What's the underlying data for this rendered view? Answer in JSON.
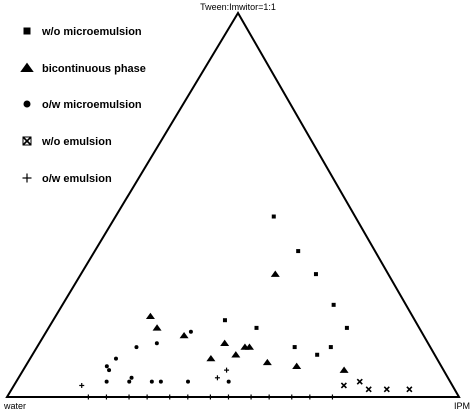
{
  "chart_data": {
    "type": "scatter",
    "subtype": "ternary",
    "vertex_labels": {
      "top": "Tween:Imwitor=1:1",
      "bottom_left": "water",
      "bottom_right": "IPM"
    },
    "legend_placement": "top-left",
    "grid": false,
    "colors": {
      "marker": "#000000",
      "axes": "#000000",
      "background": "#ffffff"
    },
    "series": [
      {
        "name": "w/o microemulsion",
        "marker": "square",
        "points": [
          {
            "water": 0.18,
            "ipm": 0.35,
            "tween_imwitor": 0.47
          },
          {
            "water": 0.17,
            "ipm": 0.45,
            "tween_imwitor": 0.38
          },
          {
            "water": 0.16,
            "ipm": 0.52,
            "tween_imwitor": 0.32
          },
          {
            "water": 0.16,
            "ipm": 0.6,
            "tween_imwitor": 0.24
          },
          {
            "water": 0.16,
            "ipm": 0.66,
            "tween_imwitor": 0.18
          },
          {
            "water": 0.22,
            "ipm": 0.65,
            "tween_imwitor": 0.13
          },
          {
            "water": 0.26,
            "ipm": 0.63,
            "tween_imwitor": 0.11
          },
          {
            "water": 0.3,
            "ipm": 0.57,
            "tween_imwitor": 0.13
          },
          {
            "water": 0.36,
            "ipm": 0.46,
            "tween_imwitor": 0.18
          },
          {
            "water": 0.42,
            "ipm": 0.38,
            "tween_imwitor": 0.2
          }
        ]
      },
      {
        "name": "bicontinuous phase",
        "marker": "triangle",
        "points": [
          {
            "water": 0.25,
            "ipm": 0.43,
            "tween_imwitor": 0.32
          },
          {
            "water": 0.58,
            "ipm": 0.21,
            "tween_imwitor": 0.21
          },
          {
            "water": 0.58,
            "ipm": 0.24,
            "tween_imwitor": 0.18
          },
          {
            "water": 0.53,
            "ipm": 0.31,
            "tween_imwitor": 0.16
          },
          {
            "water": 0.45,
            "ipm": 0.41,
            "tween_imwitor": 0.14
          },
          {
            "water": 0.4,
            "ipm": 0.47,
            "tween_imwitor": 0.13
          },
          {
            "water": 0.41,
            "ipm": 0.46,
            "tween_imwitor": 0.13
          },
          {
            "water": 0.44,
            "ipm": 0.45,
            "tween_imwitor": 0.11
          },
          {
            "water": 0.5,
            "ipm": 0.4,
            "tween_imwitor": 0.1
          },
          {
            "water": 0.38,
            "ipm": 0.53,
            "tween_imwitor": 0.09
          },
          {
            "water": 0.32,
            "ipm": 0.6,
            "tween_imwitor": 0.08
          },
          {
            "water": 0.22,
            "ipm": 0.71,
            "tween_imwitor": 0.07
          }
        ]
      },
      {
        "name": "o/w microemulsion",
        "marker": "circle",
        "points": [
          {
            "water": 0.51,
            "ipm": 0.32,
            "tween_imwitor": 0.17
          },
          {
            "water": 0.6,
            "ipm": 0.26,
            "tween_imwitor": 0.14
          },
          {
            "water": 0.65,
            "ipm": 0.22,
            "tween_imwitor": 0.13
          },
          {
            "water": 0.71,
            "ipm": 0.19,
            "tween_imwitor": 0.1
          },
          {
            "water": 0.74,
            "ipm": 0.18,
            "tween_imwitor": 0.08
          },
          {
            "water": 0.74,
            "ipm": 0.19,
            "tween_imwitor": 0.07
          },
          {
            "water": 0.7,
            "ipm": 0.25,
            "tween_imwitor": 0.05
          },
          {
            "water": 0.76,
            "ipm": 0.2,
            "tween_imwitor": 0.04
          },
          {
            "water": 0.71,
            "ipm": 0.25,
            "tween_imwitor": 0.04
          },
          {
            "water": 0.66,
            "ipm": 0.3,
            "tween_imwitor": 0.04
          },
          {
            "water": 0.64,
            "ipm": 0.32,
            "tween_imwitor": 0.04
          },
          {
            "water": 0.58,
            "ipm": 0.38,
            "tween_imwitor": 0.04
          },
          {
            "water": 0.49,
            "ipm": 0.47,
            "tween_imwitor": 0.04
          }
        ]
      },
      {
        "name": "w/o emulsion",
        "marker": "cross-square",
        "points": [
          {
            "water": 0.24,
            "ipm": 0.73,
            "tween_imwitor": 0.03
          },
          {
            "water": 0.2,
            "ipm": 0.76,
            "tween_imwitor": 0.04
          },
          {
            "water": 0.19,
            "ipm": 0.79,
            "tween_imwitor": 0.02
          },
          {
            "water": 0.15,
            "ipm": 0.83,
            "tween_imwitor": 0.02
          },
          {
            "water": 0.1,
            "ipm": 0.88,
            "tween_imwitor": 0.02
          }
        ]
      },
      {
        "name": "o/w emulsion",
        "marker": "plus",
        "points": [
          {
            "water": 0.82,
            "ipm": 0.15,
            "tween_imwitor": 0.03
          },
          {
            "water": 0.82,
            "ipm": 0.18,
            "tween_imwitor": 0.0
          },
          {
            "water": 0.78,
            "ipm": 0.22,
            "tween_imwitor": 0.0
          },
          {
            "water": 0.73,
            "ipm": 0.27,
            "tween_imwitor": 0.0
          },
          {
            "water": 0.69,
            "ipm": 0.31,
            "tween_imwitor": 0.0
          },
          {
            "water": 0.64,
            "ipm": 0.36,
            "tween_imwitor": 0.0
          },
          {
            "water": 0.6,
            "ipm": 0.4,
            "tween_imwitor": 0.0
          },
          {
            "water": 0.55,
            "ipm": 0.45,
            "tween_imwitor": 0.0
          },
          {
            "water": 0.51,
            "ipm": 0.49,
            "tween_imwitor": 0.0
          },
          {
            "water": 0.46,
            "ipm": 0.54,
            "tween_imwitor": 0.0
          },
          {
            "water": 0.42,
            "ipm": 0.58,
            "tween_imwitor": 0.0
          },
          {
            "water": 0.37,
            "ipm": 0.63,
            "tween_imwitor": 0.0
          },
          {
            "water": 0.33,
            "ipm": 0.67,
            "tween_imwitor": 0.0
          },
          {
            "water": 0.28,
            "ipm": 0.72,
            "tween_imwitor": 0.0
          },
          {
            "water": 0.48,
            "ipm": 0.45,
            "tween_imwitor": 0.07
          },
          {
            "water": 0.51,
            "ipm": 0.44,
            "tween_imwitor": 0.05
          }
        ]
      }
    ]
  }
}
